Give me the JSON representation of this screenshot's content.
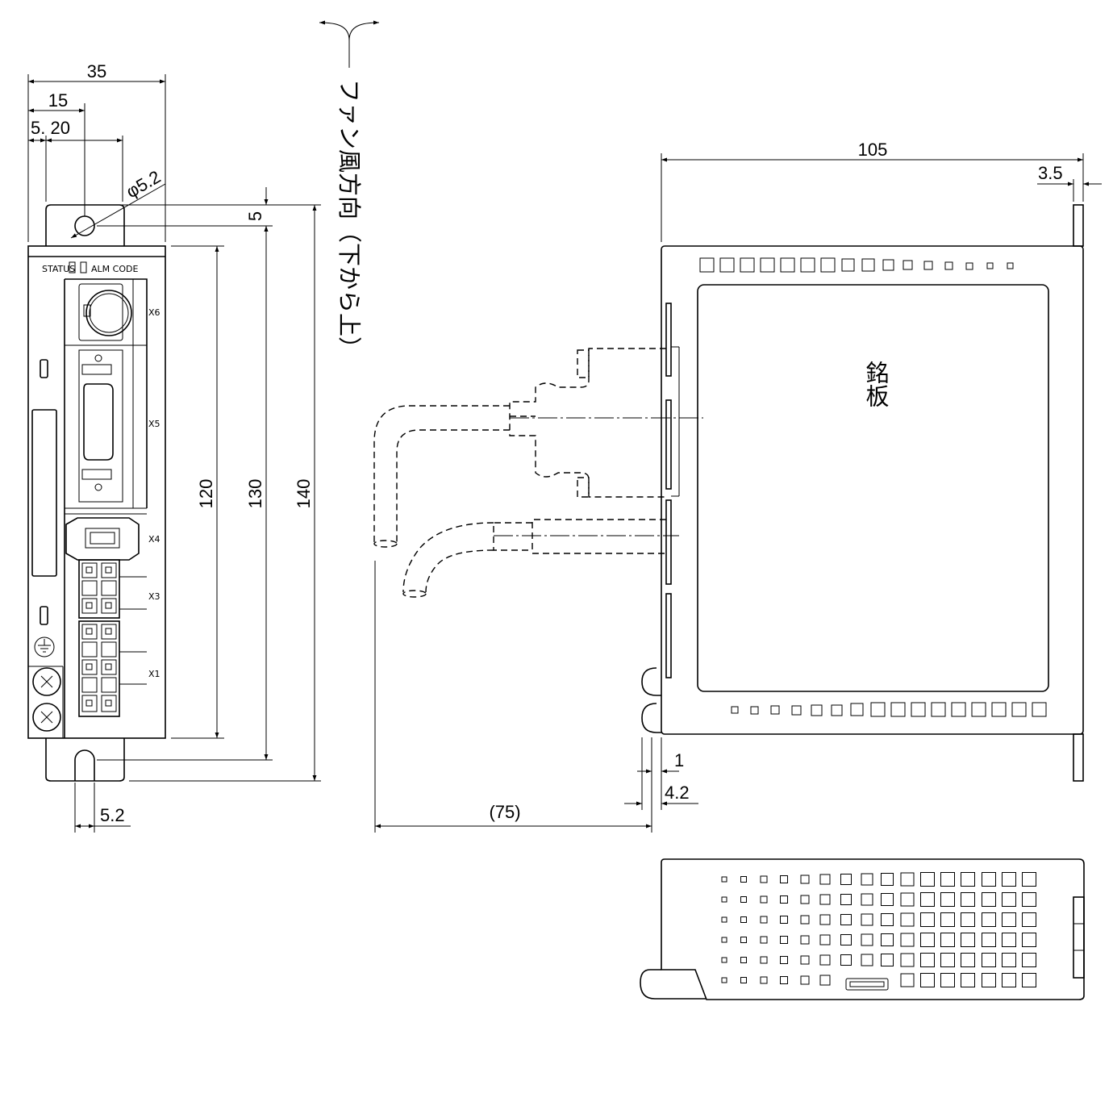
{
  "dimensions": {
    "front_width": "35",
    "hole_center_offset": "15",
    "mount_offsets": "5. 20",
    "hole_diameter": "φ5.2",
    "top_hole_offset": "5",
    "height_inner": "120",
    "height_hole": "130",
    "height_total": "140",
    "slot_width": "5.2",
    "side_depth": "105",
    "tab_offset": "3.5",
    "face_offset_1": "1",
    "face_offset_2": "4.2",
    "cable_clearance": "(75)"
  },
  "front_panel": {
    "status_label": "STATUS",
    "alarm_label": "ALM CODE",
    "connectors": [
      "X6",
      "X5",
      "X4",
      "X3",
      "X1"
    ]
  },
  "fan_direction": "ファン風方向（下から上）",
  "nameplate": "銘板"
}
